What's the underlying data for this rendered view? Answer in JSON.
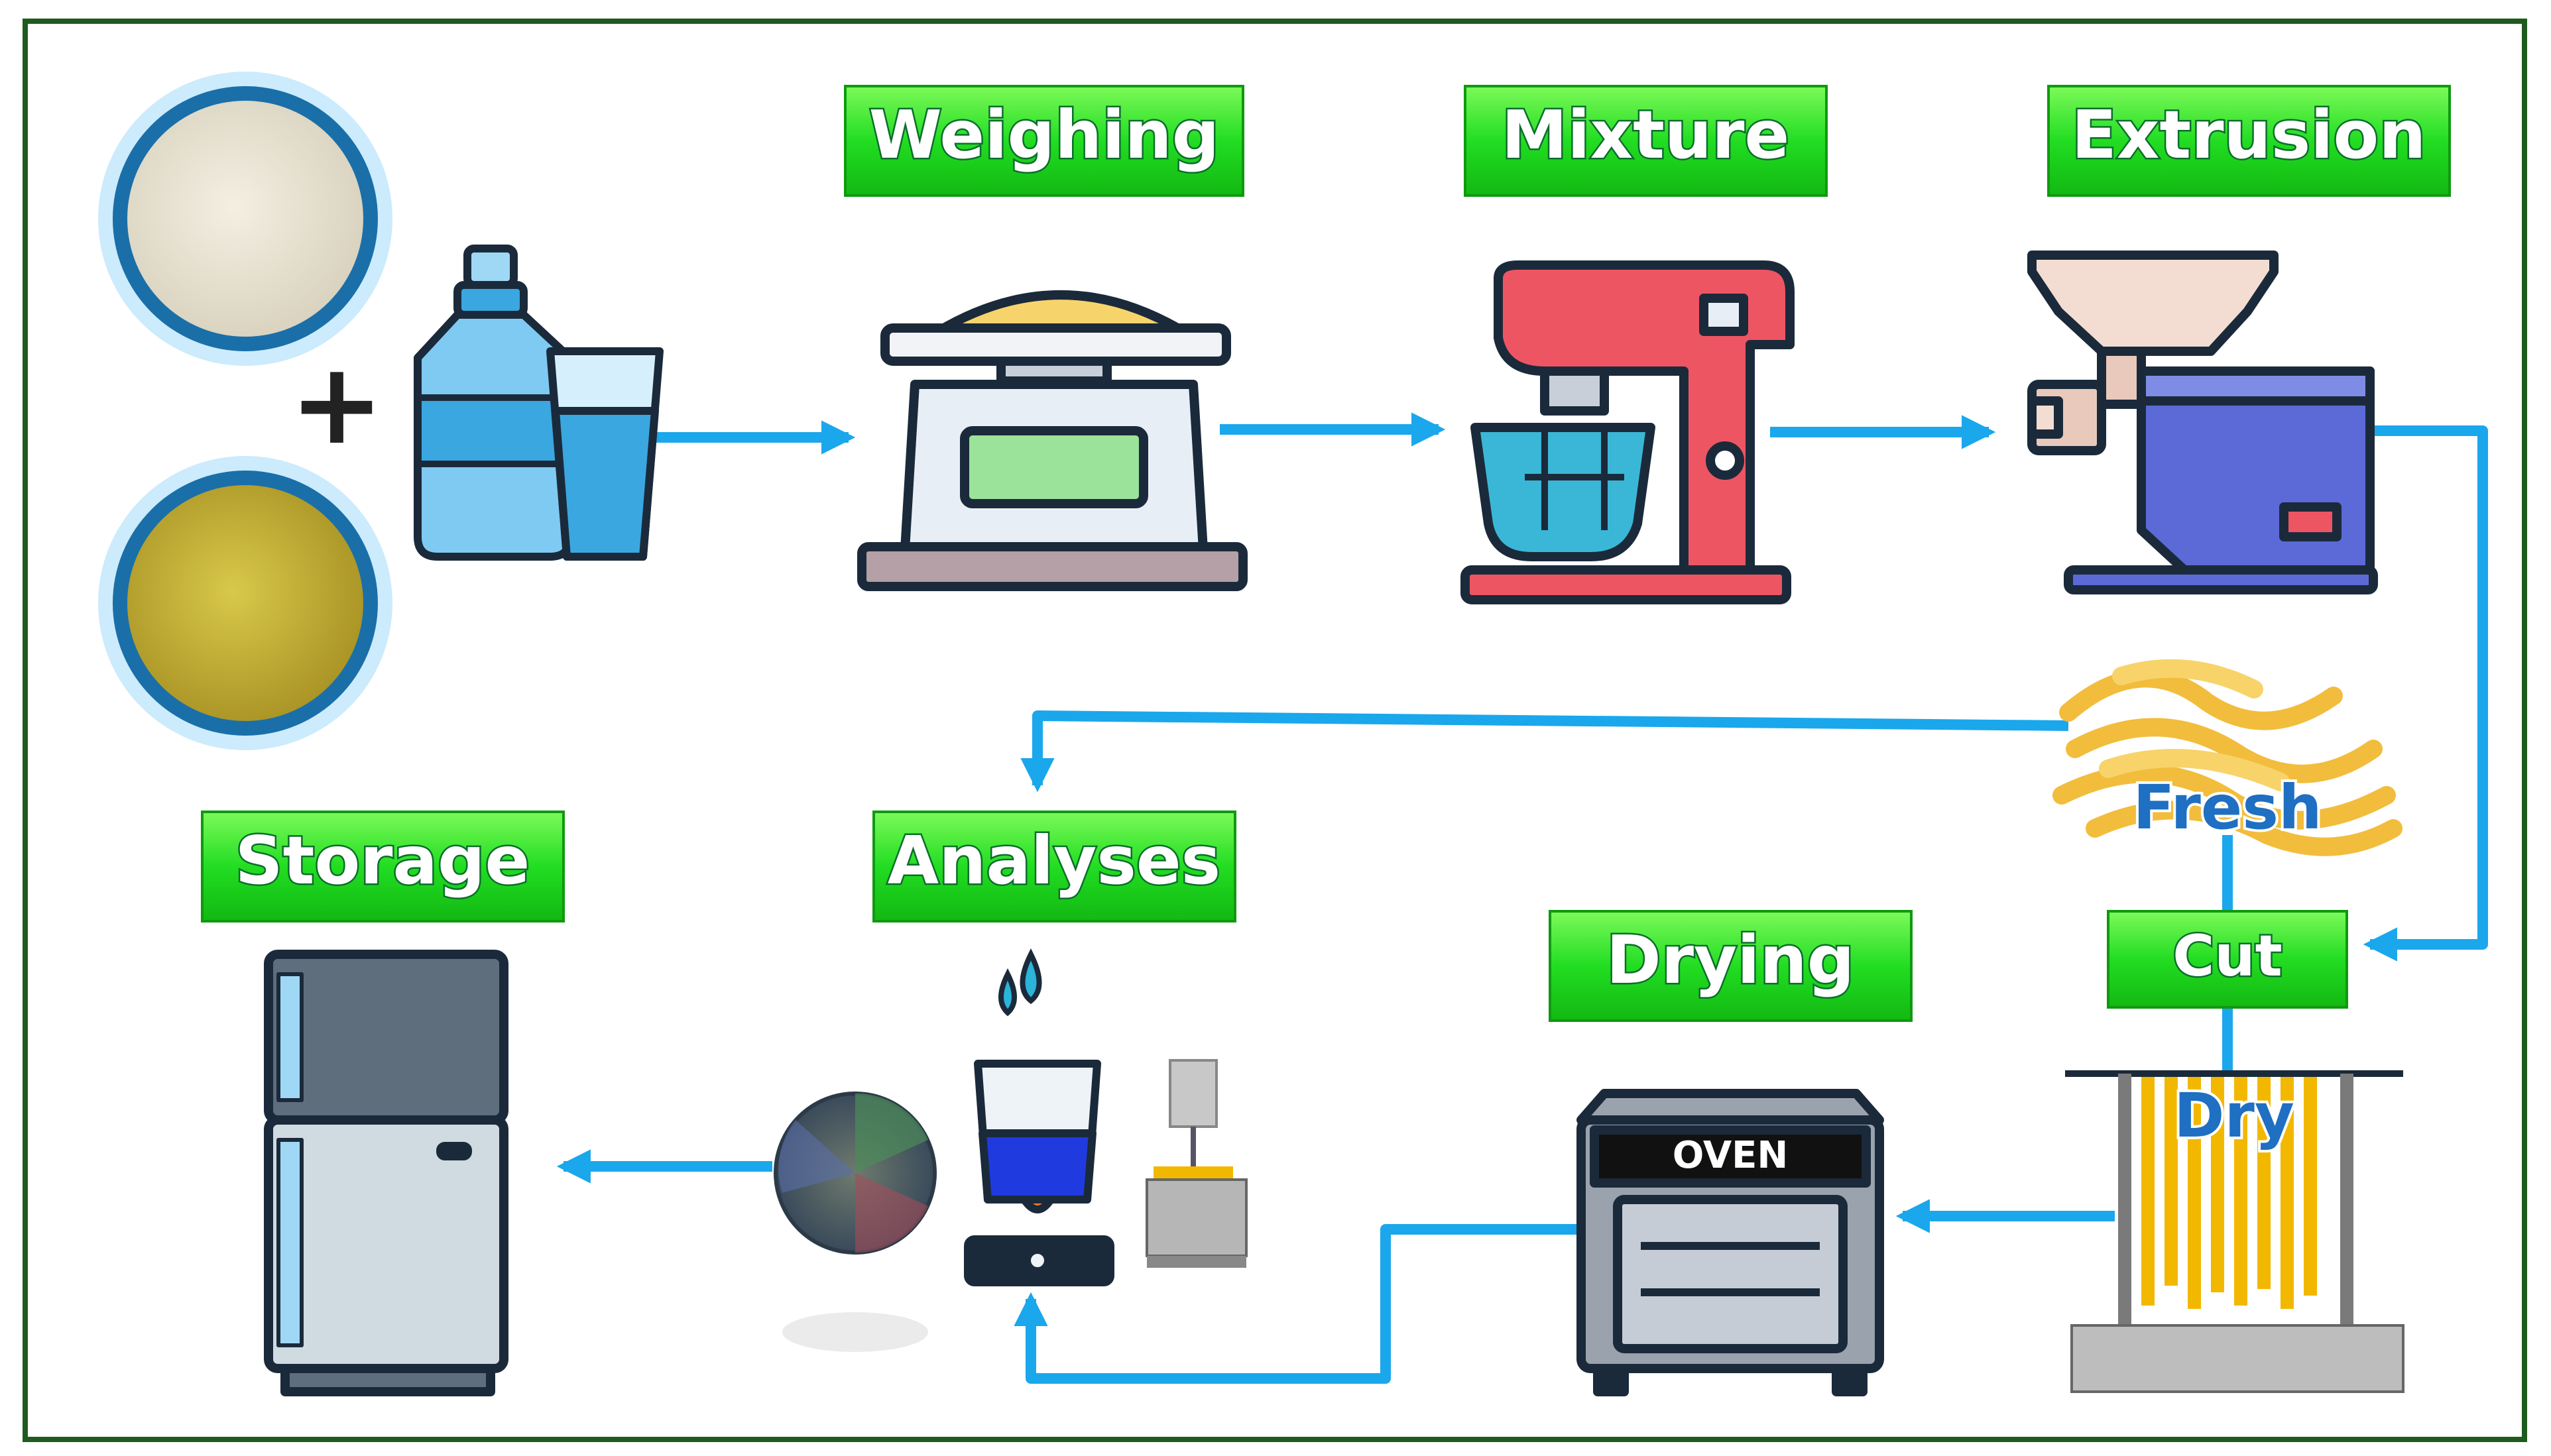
{
  "steps": {
    "weighing": "Weighing",
    "mixture": "Mixture",
    "extrusion": "Extrusion",
    "storage": "Storage",
    "analyses": "Analyses",
    "drying": "Drying",
    "cut": "Cut"
  },
  "inline_labels": {
    "fresh": "Fresh",
    "dry": "Dry",
    "oven": "OVEN",
    "plus": "+"
  },
  "icons": [
    "flour-bowl-icon",
    "pulse-flour-bowl-icon",
    "water-bottle-icon",
    "water-glass-icon",
    "kitchen-scale-icon",
    "stand-mixer-icon",
    "pasta-extruder-icon",
    "fresh-pasta-icon",
    "drying-rack-icon",
    "oven-icon",
    "beaker-hotplate-icon",
    "texture-analyzer-icon",
    "color-wheel-icon",
    "refrigerator-icon"
  ],
  "colors": {
    "arrow": "#1aa7ec",
    "label_green": "#22dd22",
    "frame": "#1e5b1e"
  }
}
